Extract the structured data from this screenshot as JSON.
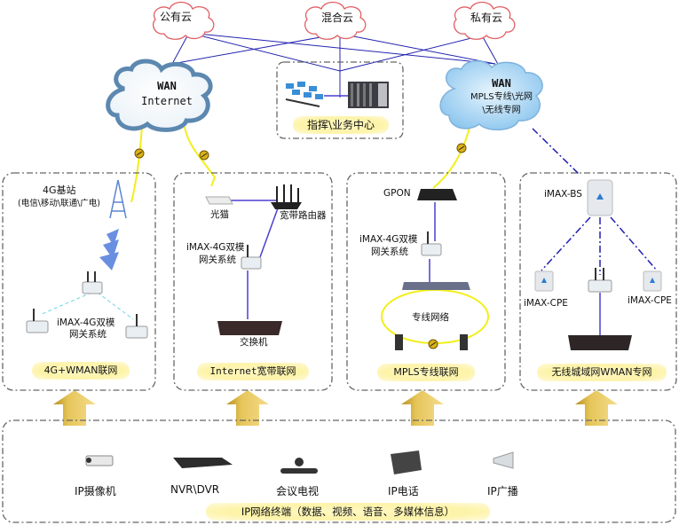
{
  "clouds": {
    "public": "公有云",
    "hybrid": "混合云",
    "private": "私有云"
  },
  "wan_internet": {
    "line1": "WAN",
    "line2": "Internet"
  },
  "wan_mpls": {
    "line1": "WAN",
    "line2": "MPLS专线\\光网",
    "line3": "\\无线专网"
  },
  "command_center": {
    "label": "指挥\\业务中心"
  },
  "panels": [
    {
      "title": "4G+WMAN联网",
      "base_station_label": "4G基站",
      "base_station_sub": "(电信\\移动\\联通\\广电)",
      "gateway_label_1": "iMAX-4G双模",
      "gateway_label_2": "网关系统"
    },
    {
      "title": "Internet宽带联网",
      "modem_label": "光猫",
      "router_label": "宽带路由器",
      "gateway_label_1": "iMAX-4G双模",
      "gateway_label_2": "网关系统",
      "switch_label": "交换机"
    },
    {
      "title": "MPLS专线联网",
      "gpon_label": "GPON",
      "gateway_label_1": "iMAX-4G双模",
      "gateway_label_2": "网关系统",
      "ring_label": "专线网络"
    },
    {
      "title": "无线城域网WMAN专网",
      "bs_label": "iMAX-BS",
      "cpe_left_label": "iMAX-CPE",
      "cpe_right_label": "iMAX-CPE"
    }
  ],
  "terminals": {
    "title": "IP网络终端（数据、视频、语音、多媒体信息）",
    "items": [
      {
        "label": "IP摄像机",
        "icon": "ip-camera-icon"
      },
      {
        "label": "NVR\\DVR",
        "icon": "nvr-icon"
      },
      {
        "label": "会议电视",
        "icon": "video-conference-icon"
      },
      {
        "label": "IP电话",
        "icon": "ip-phone-icon"
      },
      {
        "label": "IP广播",
        "icon": "ip-speaker-icon"
      }
    ]
  },
  "colors": {
    "cloud_red": "#e0585a",
    "wan_blue_outline": "#5a86ad",
    "wan_fill": "#a9d6f5",
    "link_blue": "#1f1fb4",
    "fiber_yellow": "#f5f22e",
    "arrow_gold": "#e6c55a",
    "pill_yellow": "#fdf3a8"
  }
}
